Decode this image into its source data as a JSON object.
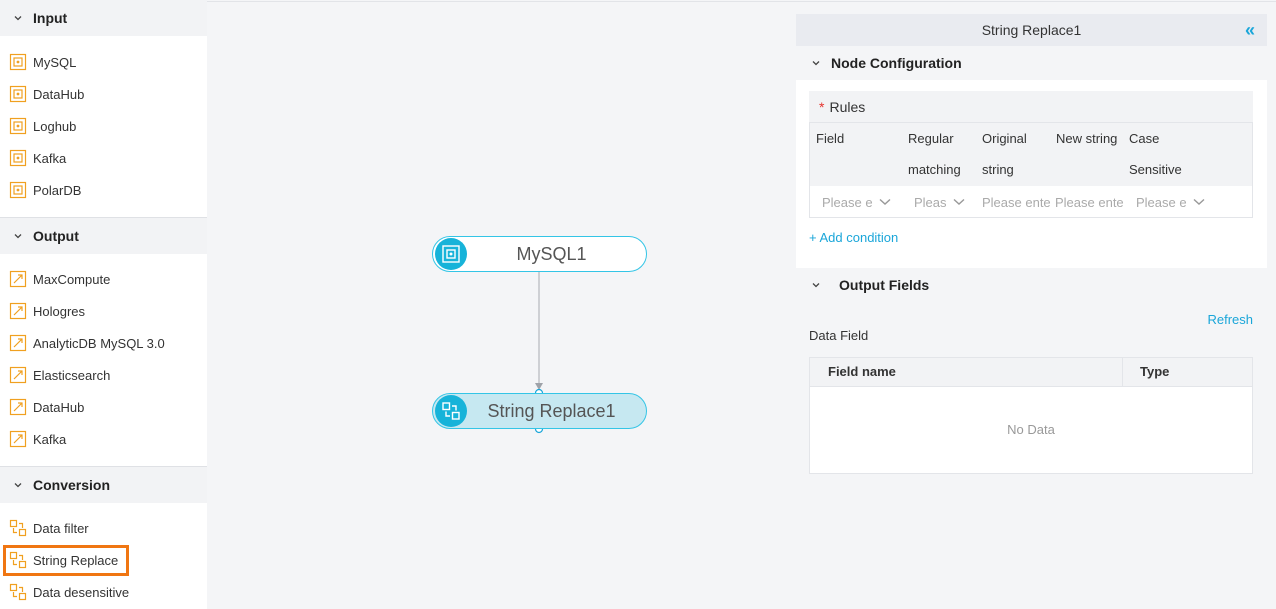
{
  "sidebar": {
    "sections": [
      {
        "title": "Input",
        "items": [
          "MySQL",
          "DataHub",
          "Loghub",
          "Kafka",
          "PolarDB"
        ]
      },
      {
        "title": "Output",
        "items": [
          "MaxCompute",
          "Hologres",
          "AnalyticDB MySQL 3.0",
          "Elasticsearch",
          "DataHub",
          "Kafka"
        ]
      },
      {
        "title": "Conversion",
        "items": [
          "Data filter",
          "String Replace",
          "Data desensitive"
        ]
      }
    ],
    "highlighted_item": "String Replace",
    "highlight_color": "#f07612"
  },
  "canvas": {
    "nodes": [
      {
        "label": "MySQL1",
        "icon": "database-node-icon"
      },
      {
        "label": "String Replace1",
        "icon": "string-replace-node-icon"
      }
    ],
    "accent": "#17b3d9"
  },
  "panel": {
    "title": "String Replace1",
    "collapse_glyph": "«",
    "node_config": {
      "title": "Node Configuration",
      "rules_label": "Rules",
      "required_mark": "*",
      "columns": [
        "Field",
        "Regular matching",
        "Original string",
        "New string",
        "Case Sensitive"
      ],
      "placeholders": [
        "Please e",
        "Pleas",
        "Please ente",
        "Please ente",
        "Please e"
      ],
      "add_condition": "+ Add condition"
    },
    "output_fields": {
      "title": "Output Fields",
      "refresh": "Refresh",
      "data_field_label": "Data Field",
      "columns": [
        "Field name",
        "Type"
      ],
      "empty_text": "No Data"
    }
  }
}
